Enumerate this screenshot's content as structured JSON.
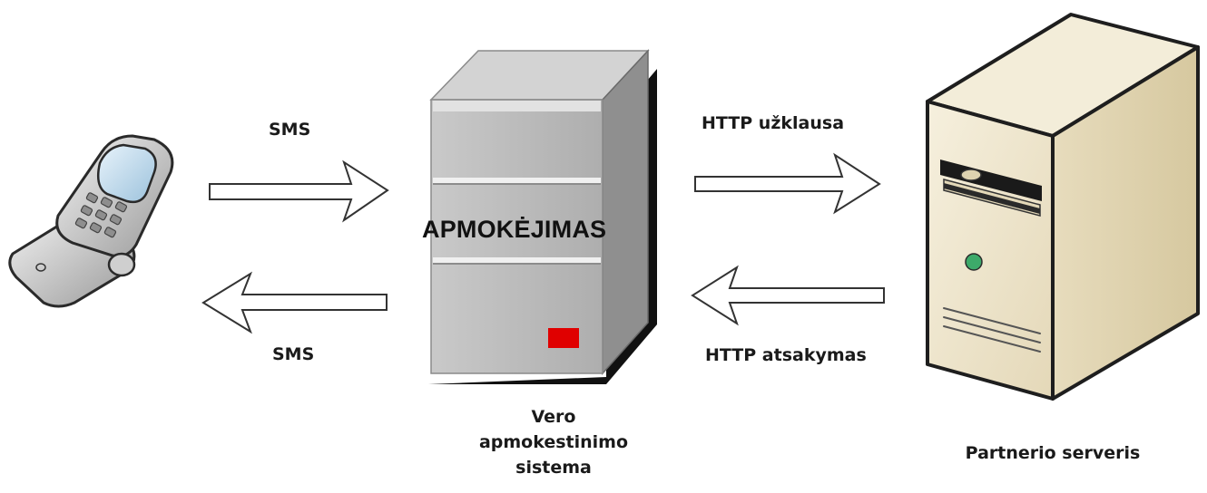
{
  "diagram": {
    "sms_in_label": "SMS",
    "sms_out_label": "SMS",
    "http_request_label": "HTTP užklausa",
    "http_response_label": "HTTP atsakymas",
    "billing_banner": "APMOKĖJIMAS",
    "billing_caption_line1": "Vero",
    "billing_caption_line2": "apmokestinimo",
    "billing_caption_line3": "sistema",
    "partner_caption": "Partnerio serveris"
  },
  "icons": {
    "phone": "mobile-phone-icon",
    "billing_server": "billing-server-icon",
    "partner_server": "partner-server-icon"
  },
  "colors": {
    "status_led": "#e00000",
    "power_led": "#3daa6a",
    "billing_server_body": "#b9b9b9",
    "partner_server_body": "#efe6cf"
  }
}
